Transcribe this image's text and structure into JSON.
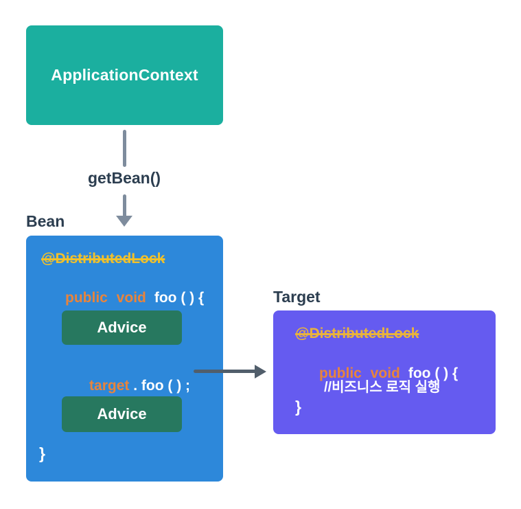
{
  "application_context": {
    "label": "ApplicationContext"
  },
  "flow": {
    "get_bean_label": "getBean()"
  },
  "bean": {
    "title": "Bean",
    "annotation": "@DistributedLock",
    "method_keywords": "public void",
    "method_name": "foo ( ) {",
    "advice_top": "Advice",
    "target_object": "target",
    "target_call_rest": " . foo ( ) ;",
    "advice_bottom": "Advice",
    "closing_brace": "}"
  },
  "target": {
    "title": "Target",
    "annotation": "@DistributedLock",
    "method_keywords": "public void",
    "method_name": "foo ( ) {",
    "comment": "//비즈니스 로직 실행",
    "closing_brace": "}"
  },
  "colors": {
    "application_context_bg": "#1BAF9F",
    "bean_bg": "#2D88DA",
    "advice_bg": "#27785F",
    "target_bg": "#655BF0",
    "annotation_yellow": "#F1C12B",
    "keyword_orange": "#E8843C",
    "label_dark": "#2C3E50",
    "getbean_arrow_gray": "#7E8C9D",
    "target_arrow_slate": "#515E6B"
  }
}
